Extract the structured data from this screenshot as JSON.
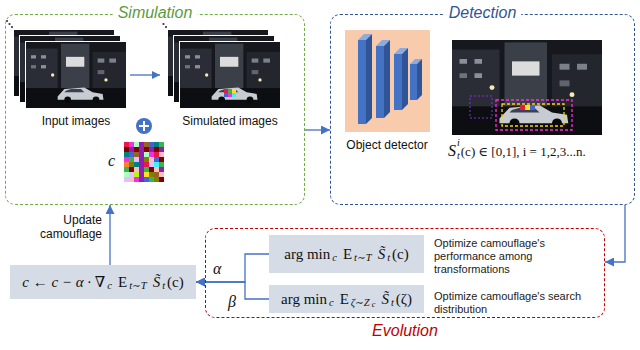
{
  "diagram": {
    "nodes": [
      {
        "text": [
          "Simulation"
        ]
      },
      {
        "text": [
          "Detection"
        ]
      },
      {
        "text": [
          "Evolution"
        ]
      },
      {
        "text": [
          "arg min",
          "c",
          "E",
          "t∼T",
          "S̃",
          "t",
          "(c)"
        ],
        "in": 2
      },
      {
        "text": [
          "arg min",
          "c",
          "E",
          "ζ∼Z",
          "c",
          "S̃",
          "t",
          "(ζ)"
        ],
        "in": 2
      },
      {
        "text": [
          "c ← c − α · ∇",
          "c",
          "E",
          "t∼T",
          "S̃",
          "t",
          "(c)"
        ]
      }
    ],
    "edges": [
      {
        "from": 0,
        "to": 1,
        "arrow": "to"
      },
      {
        "from": 1,
        "to": 2,
        "arrow": "to"
      },
      {
        "from": 3,
        "to": 5,
        "arrow": "to",
        "label": "α"
      },
      {
        "from": 4,
        "to": 5,
        "arrow": "to",
        "label": "β"
      },
      {
        "from": 5,
        "to": 0,
        "arrow": "to",
        "label": "Update camouflage"
      }
    ],
    "labels": [
      "Input images",
      "c",
      "Simulated images",
      "Object detector",
      "S",
      "i",
      "t",
      "(c) ∈ [0,1], i = 1,2,3...n.",
      "Optimize camouflage's performance among transformations",
      "Optimize camouflage's search distribution"
    ]
  }
}
